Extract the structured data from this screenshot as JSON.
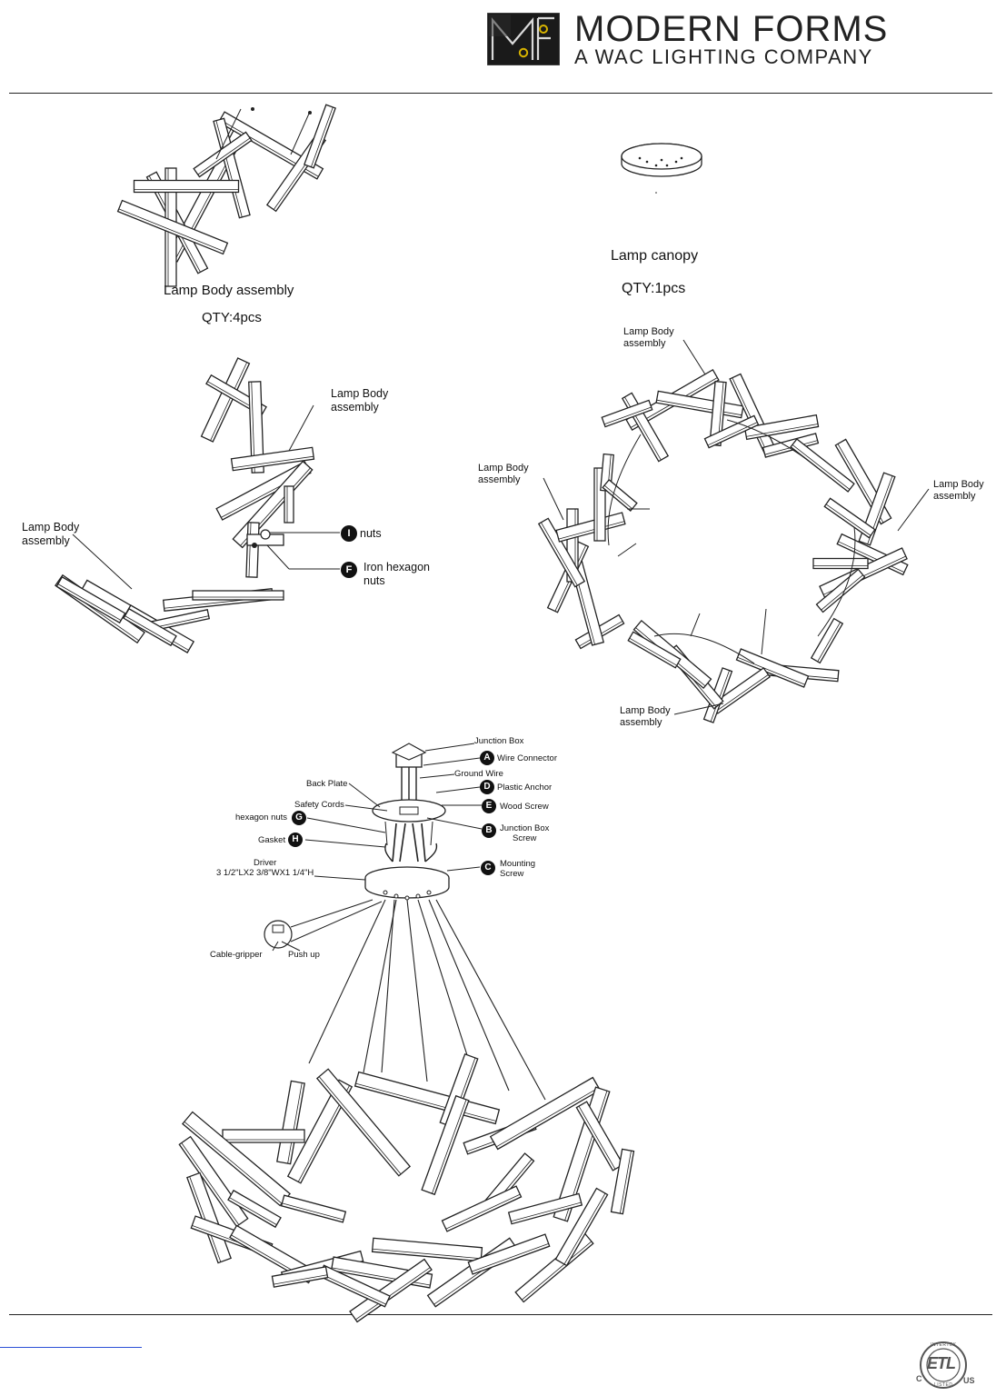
{
  "header": {
    "brand_name": "MODERN FORMS",
    "brand_sub": "A WAC LIGHTING COMPANY"
  },
  "parts": {
    "lamp_body": {
      "name": "Lamp Body assembly",
      "qty": "QTY:4pcs"
    },
    "canopy": {
      "name": "Lamp  canopy",
      "qty": "QTY:1pcs"
    }
  },
  "diagram1": {
    "label_top": "Lamp Body\nassembly",
    "label_left": "Lamp Body\nassembly",
    "badge_i": "I",
    "nuts": "nuts",
    "badge_f": "F",
    "iron_hex": "Iron hexagon\nnuts"
  },
  "diagram2": {
    "label_top": "Lamp Body\nassembly",
    "label_left": "Lamp Body\nassembly",
    "label_right": "Lamp Body\nassembly",
    "label_bottom": "Lamp Body\nassembly"
  },
  "diagram3": {
    "junction_box": "Junction Box",
    "badge_a": "A",
    "wire_connector": "Wire Connector",
    "ground_wire": "Ground Wire",
    "badge_d": "D",
    "plastic_anchor": "Plastic Anchor",
    "back_plate": "Back Plate",
    "safety_cords": "Safety Cords",
    "badge_e": "E",
    "wood_screw": "Wood Screw",
    "hexagon_nuts": "hexagon nuts",
    "badge_g": "G",
    "badge_b": "B",
    "junction_box_screw": "Junction Box\nScrew",
    "gasket": "Gasket",
    "badge_h": "H",
    "driver": "Driver\n3 1/2\"LX2 3/8\"WX1 1/4\"H",
    "badge_c": "C",
    "mounting_screw": "Mounting\nScrew",
    "cable_gripper": "Cable-gripper",
    "push_up": "Push up"
  },
  "footer": {
    "cert_mark": "ETL",
    "cert_c": "C",
    "cert_us": "US",
    "cert_intertek": "INTERTEK",
    "cert_listed": "LISTED"
  }
}
